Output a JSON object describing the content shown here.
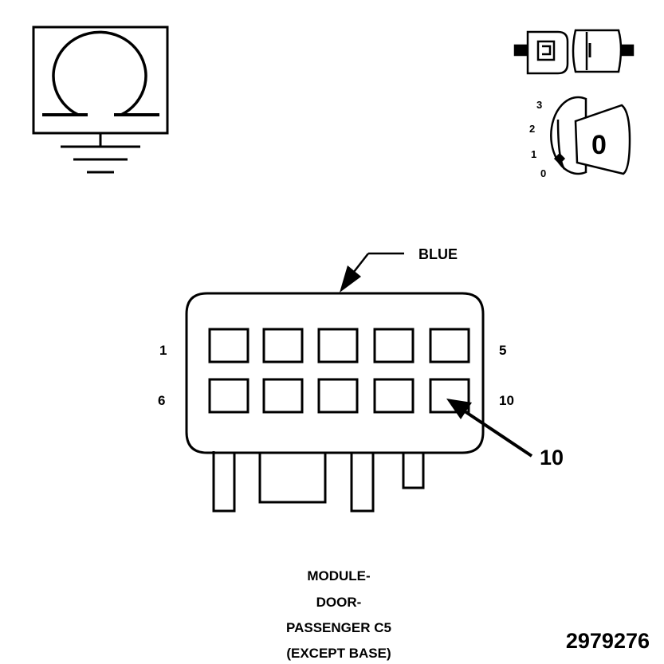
{
  "connector": {
    "color_label": "BLUE",
    "row1_left": "1",
    "row1_right": "5",
    "row2_left": "6",
    "row2_right": "10",
    "callout_pin": "10"
  },
  "key_positions": [
    "3",
    "2",
    "1",
    "0"
  ],
  "key_state": "0",
  "caption": {
    "line1": "MODULE-",
    "line2": "DOOR-",
    "line3": "PASSENGER C5",
    "line4": "(EXCEPT BASE)"
  },
  "figure_number": "2979276",
  "icons": {
    "ohmmeter": "ohm-ground-icon",
    "connector": "connector-disconnected-icon",
    "ignition": "ignition-key-icon"
  },
  "colors": {
    "ink": "#000000",
    "background": "#ffffff"
  }
}
